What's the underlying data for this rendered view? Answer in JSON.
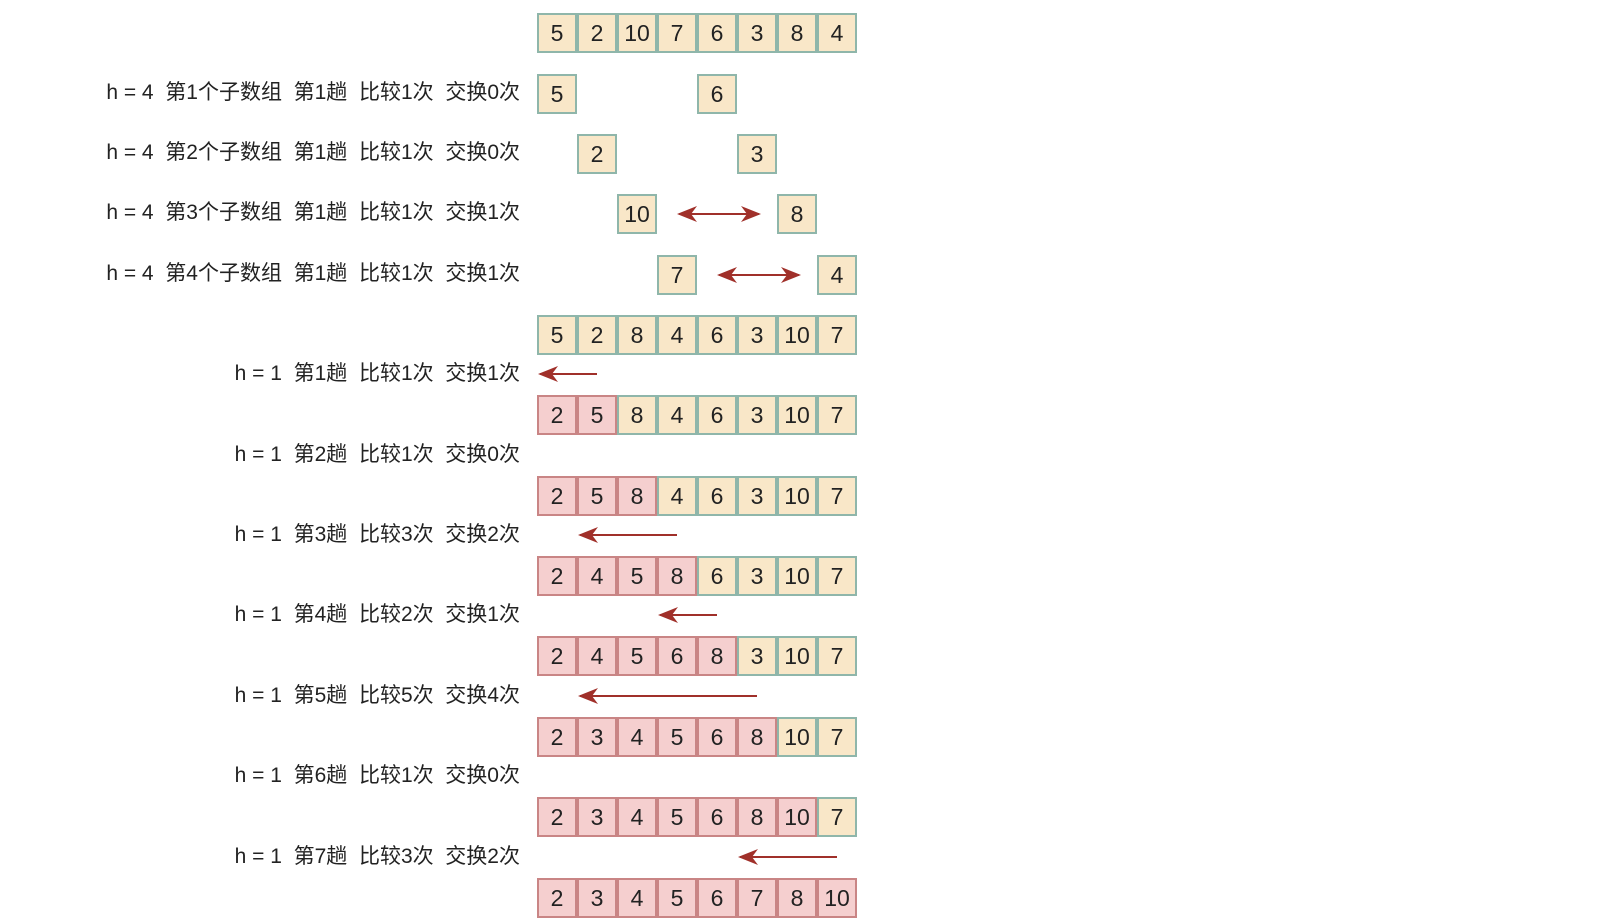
{
  "colors": {
    "beige": "#f9e7c8",
    "pink": "#f5cfcf",
    "arrow": "#a0302a"
  },
  "rows": [
    {
      "label": "",
      "cells": [
        5,
        2,
        10,
        7,
        6,
        3,
        8,
        4
      ],
      "pink": 0
    },
    {
      "label": "h = 4  第1个子数组  第1趟  比较1次  交换0次",
      "cells": [
        5,
        null,
        null,
        null,
        6,
        null,
        null,
        null
      ],
      "pink": 0
    },
    {
      "label": "h = 4  第2个子数组  第1趟  比较1次  交换0次",
      "cells": [
        null,
        2,
        null,
        null,
        null,
        3,
        null,
        null
      ],
      "pink": 0,
      "arrow": null
    },
    {
      "label": "h = 4  第3个子数组  第1趟  比较1次  交换1次",
      "cells": [
        null,
        null,
        10,
        null,
        null,
        null,
        8,
        null
      ],
      "pink": 0,
      "swap": [
        2,
        6
      ]
    },
    {
      "label": "h = 4  第4个子数组  第1趟  比较1次  交换1次",
      "cells": [
        null,
        null,
        null,
        7,
        null,
        null,
        null,
        4
      ],
      "pink": 0,
      "swap": [
        3,
        7
      ]
    },
    {
      "label": "",
      "cells": [
        5,
        2,
        8,
        4,
        6,
        3,
        10,
        7
      ],
      "pink": 0
    },
    {
      "label": "h = 1  第1趟  比较1次  交换1次",
      "cells": [
        2,
        5,
        8,
        4,
        6,
        3,
        10,
        7
      ],
      "pink": 2,
      "move": [
        1,
        0
      ]
    },
    {
      "label": "h = 1  第2趟  比较1次  交换0次",
      "cells": [
        2,
        5,
        8,
        4,
        6,
        3,
        10,
        7
      ],
      "pink": 3
    },
    {
      "label": "h = 1  第3趟  比较3次  交换2次",
      "cells": [
        2,
        4,
        5,
        8,
        6,
        3,
        10,
        7
      ],
      "pink": 4,
      "move": [
        3,
        1
      ]
    },
    {
      "label": "h = 1  第4趟  比较2次  交换1次",
      "cells": [
        2,
        4,
        5,
        6,
        8,
        3,
        10,
        7
      ],
      "pink": 5,
      "move": [
        4,
        3
      ]
    },
    {
      "label": "h = 1  第5趟  比较5次  交换4次",
      "cells": [
        2,
        3,
        4,
        5,
        6,
        8,
        10,
        7
      ],
      "pink": 6,
      "move": [
        5,
        1
      ]
    },
    {
      "label": "h = 1  第6趟  比较1次  交换0次",
      "cells": [
        2,
        3,
        4,
        5,
        6,
        8,
        10,
        7
      ],
      "pink": 7
    },
    {
      "label": "h = 1  第7趟  比较3次  交换2次",
      "cells": [
        2,
        3,
        4,
        5,
        6,
        7,
        8,
        10
      ],
      "pink": 8,
      "move": [
        7,
        5
      ]
    }
  ]
}
